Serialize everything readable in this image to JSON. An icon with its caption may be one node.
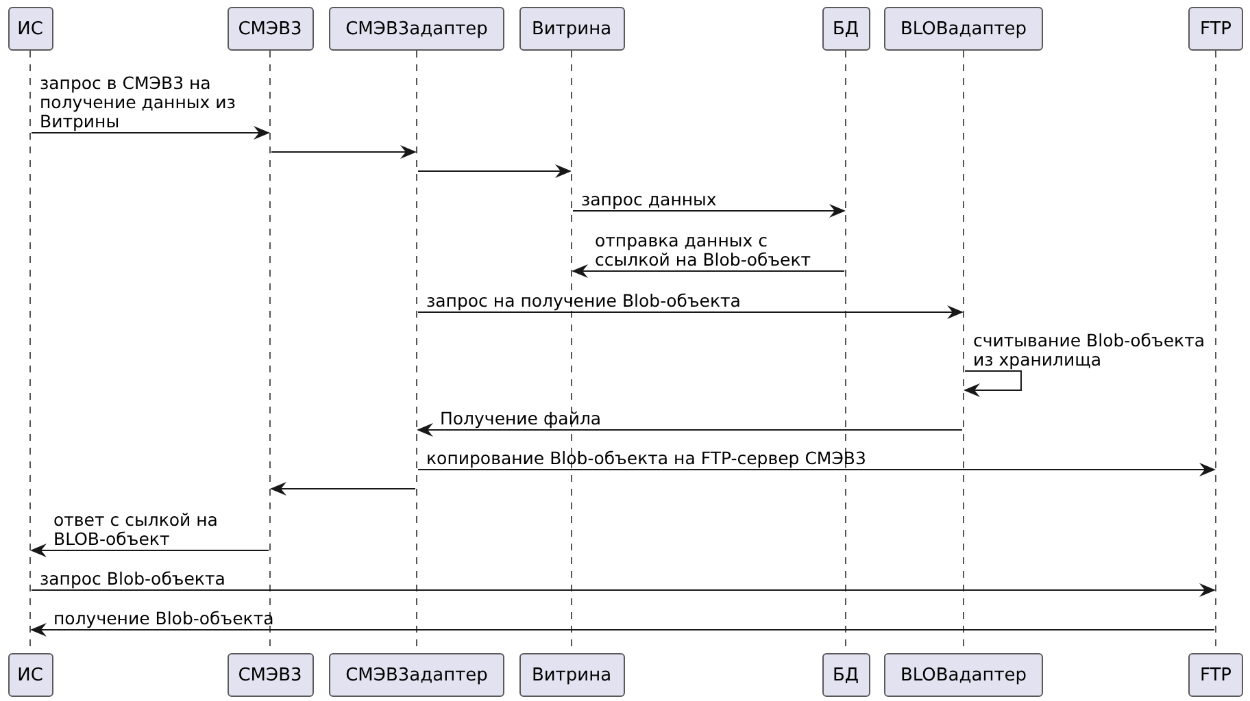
{
  "diagram": {
    "nodes": [
      {
        "text": [
          "ИС"
        ]
      },
      {
        "text": [
          "СМЭВ3"
        ]
      },
      {
        "text": [
          "СМЭВ3адаптер"
        ]
      },
      {
        "text": [
          "Витрина"
        ]
      },
      {
        "text": [
          "БД"
        ]
      },
      {
        "text": [
          "BLOBадаптер"
        ]
      },
      {
        "text": [
          "FTP"
        ]
      },
      {
        "text": [],
        "shape": "line"
      },
      {
        "text": [],
        "shape": "line"
      },
      {
        "text": [],
        "shape": "line"
      },
      {
        "text": [],
        "shape": "line"
      },
      {
        "text": [],
        "shape": "line"
      },
      {
        "text": [],
        "shape": "line"
      },
      {
        "text": [],
        "shape": "line"
      },
      {
        "text": [
          "ИС"
        ]
      },
      {
        "text": [
          "СМЭВ3"
        ]
      },
      {
        "text": [
          "СМЭВ3адаптер"
        ]
      },
      {
        "text": [
          "Витрина"
        ]
      },
      {
        "text": [
          "БД"
        ]
      },
      {
        "text": [
          "BLOBадаптер"
        ]
      },
      {
        "text": [
          "FTP"
        ]
      }
    ],
    "edges": [
      {
        "from": 7,
        "to": 8,
        "arrow": "to",
        "label": "запрос в СМЭВ3 на получение данных из Витрины"
      },
      {
        "from": 8,
        "to": 9,
        "arrow": "to"
      },
      {
        "from": 9,
        "to": 10,
        "arrow": "to"
      },
      {
        "from": 10,
        "to": 11,
        "arrow": "to",
        "label": "запрос данных"
      },
      {
        "from": 11,
        "to": 10,
        "arrow": "to",
        "label": "отправка данных с ссылкой на Blob-объект"
      },
      {
        "from": 9,
        "to": 12,
        "arrow": "to",
        "label": "запрос на получение Blob-объекта"
      },
      {
        "from": 12,
        "to": 12,
        "arrow": "to",
        "label": "считывание Blob-объекта из хранилища"
      },
      {
        "from": 12,
        "to": 9,
        "arrow": "to",
        "label": "Получение файла"
      },
      {
        "from": 9,
        "to": 13,
        "arrow": "to",
        "label": "копирование Blob-объекта на FTP-сервер СМЭВ3"
      },
      {
        "from": 9,
        "to": 8,
        "arrow": "to"
      },
      {
        "from": 8,
        "to": 7,
        "arrow": "to",
        "label": "ответ с сылкой на BLOB-объект"
      },
      {
        "from": 7,
        "to": 13,
        "arrow": "to",
        "label": "запрос Blob-объекта"
      },
      {
        "from": 13,
        "to": 7,
        "arrow": "to",
        "label": "получение Blob-объекта"
      }
    ]
  }
}
